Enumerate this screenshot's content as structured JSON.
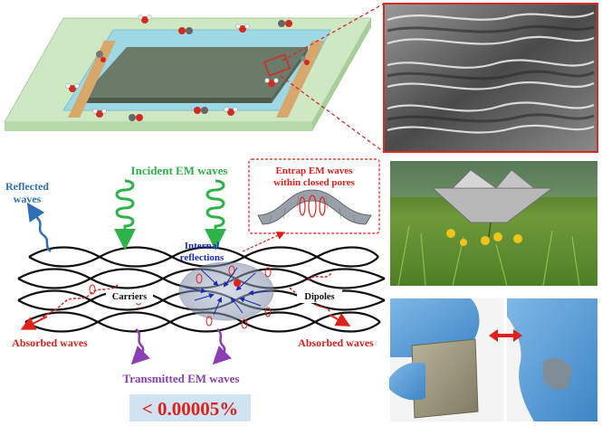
{
  "figure": {
    "labels": {
      "incident": "Incident EM waves",
      "reflected_line1": "Reflected",
      "reflected_line2": "waves",
      "internal_line1": "Internal",
      "internal_line2": "reflections",
      "entrap_line1": "Entrap EM waves",
      "entrap_line2": "within closed pores",
      "carriers": "Carriers",
      "dipoles": "Dipoles",
      "absorbed_left": "Absorbed waves",
      "absorbed_right": "Absorbed waves",
      "transmitted": "Transmitted EM waves",
      "transmission_value": "< 0.00005%"
    },
    "colors": {
      "incident": "#2eb34a",
      "reflected": "#2e6fb5",
      "internal": "#1a2bb0",
      "absorbed": "#e0201b",
      "transmitted": "#8a3fb5",
      "value_box": "#cfe3f2",
      "sem_border": "#d62a27"
    },
    "panels": [
      "film-schematic",
      "sem-micrograph",
      "paper-boat-photo",
      "gloved-hands-photo",
      "fabric-square-photo"
    ]
  }
}
